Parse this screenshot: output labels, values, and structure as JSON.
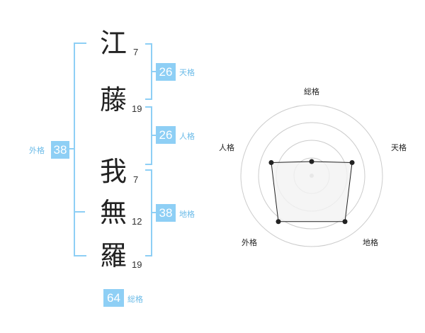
{
  "name_chars": [
    {
      "char": "江",
      "strokes": "7"
    },
    {
      "char": "藤",
      "strokes": "19"
    },
    {
      "char": "我",
      "strokes": "7"
    },
    {
      "char": "無",
      "strokes": "12"
    },
    {
      "char": "羅",
      "strokes": "19"
    }
  ],
  "grades": {
    "tenkaku": {
      "value": "26",
      "label": "天格"
    },
    "jinkaku": {
      "value": "26",
      "label": "人格"
    },
    "chikaku": {
      "value": "38",
      "label": "地格"
    },
    "gaikaku": {
      "value": "38",
      "label": "外格"
    },
    "soukaku": {
      "value": "64",
      "label": "総格"
    }
  },
  "radar": {
    "axes": [
      "総格",
      "天格",
      "地格",
      "外格",
      "人格"
    ],
    "values": [
      1,
      3,
      4,
      4,
      3
    ],
    "max": 5,
    "fill_color": "#f2f2f2",
    "line_color": "#222222",
    "ring_color": "#cccccc"
  },
  "colors": {
    "accent": "#8ecff5",
    "label": "#6bbbe8"
  }
}
